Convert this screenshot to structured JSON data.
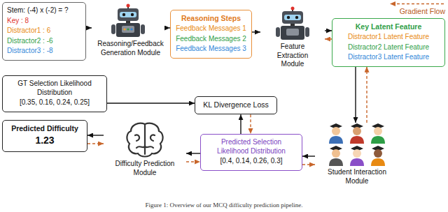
{
  "diagram": {
    "caption": "Figure 1: Overview of our MCQ difficulty prediction pipeline.",
    "nodes": [
      {
        "text": [
          "Stem: (-4) x (-2) = ?",
          "Key : 8",
          "Distractor1 : 6",
          "Distractor2 : -6",
          "Distractor3 : -8"
        ]
      },
      {
        "text": [
          "Reasoning/Feedback Generation Module"
        ]
      },
      {
        "text": [
          "Reasoning Steps",
          "Feedback Messages 1",
          "Feedback Messages 2",
          "Feedback Messages 3"
        ]
      },
      {
        "text": [
          "Feature Extraction Module"
        ]
      },
      {
        "text": [
          "Key Latent Feature",
          "Distractor1 Latent Feature",
          "Distractor2 Latent Feature",
          "Distractor3 Latent Feature"
        ]
      },
      {
        "text": [
          "GT Selection Likelihood Distribution",
          "[0.35, 0.16, 0.24, 0.25]"
        ]
      },
      {
        "text": [
          "KL Divergence Loss"
        ]
      },
      {
        "text": [
          "Predicted Difficulty",
          "1.23"
        ]
      },
      {
        "text": [
          "Difficulty Prediction Module"
        ]
      },
      {
        "text": [
          "Predicted Selection Likelihood Distribution",
          "[0.4, 0.14, 0.26, 0.3]"
        ]
      },
      {
        "text": [
          "Student Interaction Module"
        ]
      }
    ],
    "edges": [
      {
        "from": 0,
        "to": 1,
        "arrow": "to"
      },
      {
        "from": 1,
        "to": 2,
        "arrow": "to"
      },
      {
        "from": 2,
        "to": 3,
        "arrow": "to"
      },
      {
        "from": 3,
        "to": 4,
        "arrow": "to"
      },
      {
        "from": 4,
        "to": 3,
        "arrow": "to"
      },
      {
        "from": 4,
        "to": 10,
        "arrow": "to"
      },
      {
        "from": 10,
        "to": 4,
        "arrow": "to"
      },
      {
        "from": 10,
        "to": 9,
        "arrow": "to"
      },
      {
        "from": 9,
        "to": 10,
        "arrow": "to"
      },
      {
        "from": 9,
        "to": 6,
        "arrow": "to"
      },
      {
        "from": 6,
        "to": 9,
        "arrow": "to"
      },
      {
        "from": 5,
        "to": 6,
        "arrow": "to"
      },
      {
        "from": 9,
        "to": 8,
        "arrow": "to"
      },
      {
        "from": 8,
        "to": 9,
        "arrow": "to"
      },
      {
        "from": 8,
        "to": 7,
        "arrow": "to"
      },
      {
        "from": 7,
        "to": 8,
        "arrow": "to"
      }
    ],
    "legend": [
      {
        "text": "Gradient Flow"
      }
    ]
  }
}
